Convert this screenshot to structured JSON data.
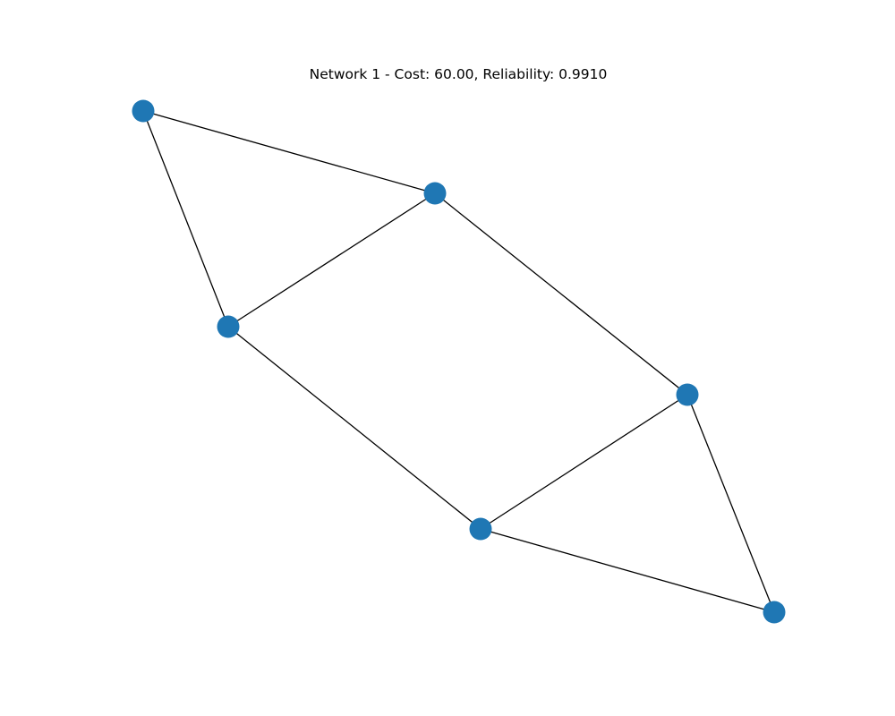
{
  "title": "Network 1 - Cost: 60.00, Reliability: 0.9910",
  "colors": {
    "node": "#1f77b4",
    "edge": "#000000",
    "background": "#ffffff"
  },
  "nodes": [
    "n0",
    "n1",
    "n2",
    "n3",
    "n4",
    "n5"
  ],
  "edges": [
    [
      "n0",
      "n1"
    ],
    [
      "n0",
      "n2"
    ],
    [
      "n1",
      "n2"
    ],
    [
      "n1",
      "n3"
    ],
    [
      "n2",
      "n4"
    ],
    [
      "n3",
      "n4"
    ],
    [
      "n3",
      "n5"
    ],
    [
      "n4",
      "n5"
    ]
  ]
}
